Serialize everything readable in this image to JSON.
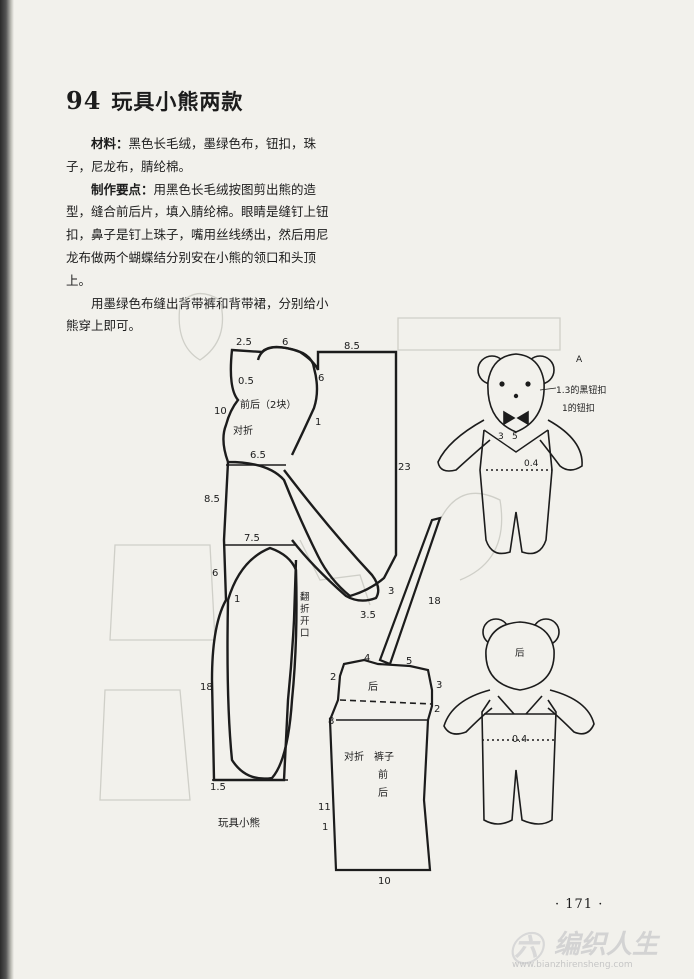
{
  "heading": {
    "number": "94",
    "title": "玩具小熊两款"
  },
  "text": {
    "materials_label": "材料：",
    "materials": "黑色长毛绒，墨绿色布，钮扣，珠子，尼龙布，腈纶棉。",
    "method_label": "制作要点：",
    "method": "用黑色长毛绒按图剪出熊的造型，缝合前后片，填入腈纶棉。眼睛是缝钉上钮扣，鼻子是钉上珠子，嘴用丝线绣出，然后用尼龙布做两个蝴蝶结分别安在小熊的领口和头顶上。",
    "para2": "用墨绿色布缝出背带裤和背带裙，分别给小熊穿上即可。"
  },
  "pattern_bear": {
    "dims": [
      "2.5",
      "6",
      "8.5",
      "0.5",
      "6",
      "10",
      "1",
      "6.5",
      "23",
      "8.5",
      "7.5",
      "6",
      "1",
      "3",
      "3.5",
      "18",
      "1.5"
    ],
    "labels": {
      "front_back": "前后（2块）",
      "fold": "对折",
      "turn_open": "翻折开口",
      "caption": "玩具小熊"
    }
  },
  "pattern_pants": {
    "dims": [
      "18",
      "4",
      "5",
      "2",
      "3",
      "2",
      "8",
      "11",
      "1",
      "10"
    ],
    "labels": {
      "back_small": "后",
      "fold": "对折",
      "pants": "裤子",
      "front": "前",
      "back": "后"
    }
  },
  "bear_a": {
    "tag": "A",
    "note1": "1.3的黑钮扣",
    "note2": "1的钮扣",
    "n3": "3",
    "n5": "5",
    "n04": "0.4"
  },
  "bear_back": {
    "label": "后",
    "n04": "0.4"
  },
  "footer": {
    "page": "· 171 ·"
  },
  "watermark": {
    "logo": "㊅",
    "text": "编织人生",
    "url": "www.bianzhirensheng.com"
  }
}
